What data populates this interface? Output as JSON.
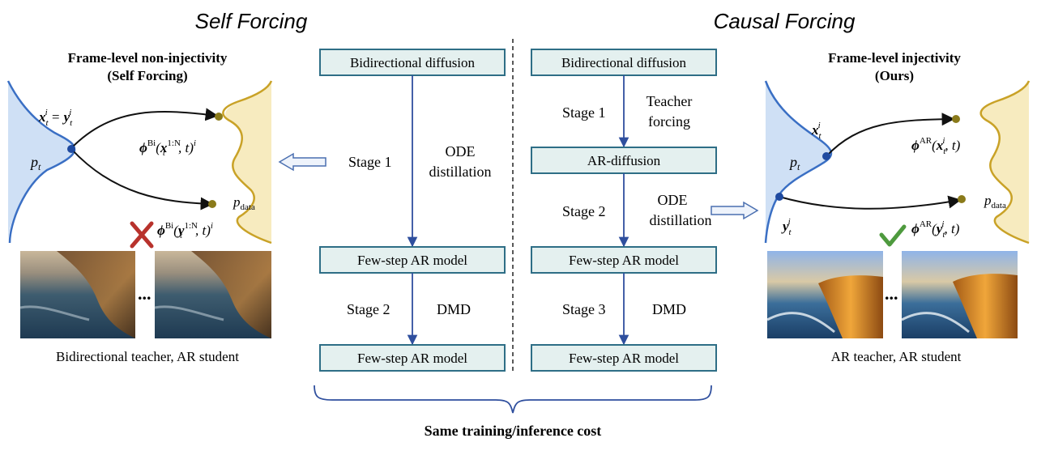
{
  "titles": {
    "left": "Self Forcing",
    "right": "Causal Forcing"
  },
  "left_panel": {
    "heading_line1": "Frame-level non-injectivity",
    "heading_line2": "(Self Forcing)",
    "caption": "Bidirectional teacher, AR student",
    "ellipsis": "..."
  },
  "right_panel": {
    "heading_line1": "Frame-level injectivity",
    "heading_line2": "(Ours)",
    "caption": "AR teacher, AR student",
    "ellipsis": "..."
  },
  "left_pipeline": {
    "box1": "Bidirectional diffusion",
    "stage1": "Stage 1",
    "ode_line1": "ODE",
    "ode_line2": "distillation",
    "box2": "Few-step AR model",
    "stage2": "Stage 2",
    "dmd": "DMD",
    "box3": "Few-step AR model"
  },
  "right_pipeline": {
    "box1": "Bidirectional diffusion",
    "stage1": "Stage 1",
    "teacher_line1": "Teacher",
    "teacher_line2": "forcing",
    "box2": "AR-diffusion",
    "stage2": "Stage 2",
    "ode_line1": "ODE",
    "ode_line2": "distillation",
    "box3": "Few-step AR model",
    "stage3": "Stage 3",
    "dmd": "DMD",
    "box4": "Few-step AR model"
  },
  "bottom_label": "Same training/inference cost",
  "colors": {
    "box_fill": "#e4f0ef",
    "box_border": "#2e6e86",
    "arrow": "#2f4f9e",
    "blue_dist": "#3a6fc4",
    "gold_dist": "#c9a227",
    "cross": "#b8322c",
    "check": "#4e9a3e"
  }
}
